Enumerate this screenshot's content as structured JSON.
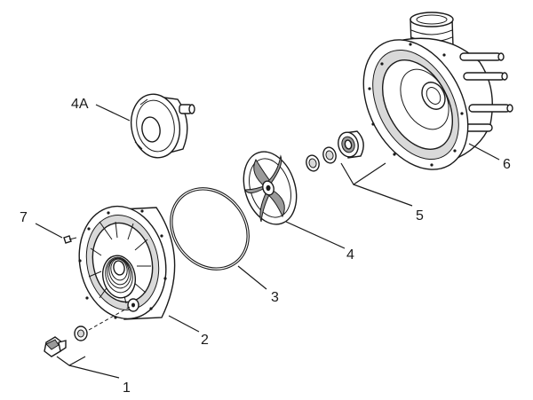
{
  "callouts": {
    "p1": "1",
    "p2": "2",
    "p3": "3",
    "p4": "4",
    "p4a": "4A",
    "p5": "5",
    "p6": "6",
    "p7": "7"
  }
}
